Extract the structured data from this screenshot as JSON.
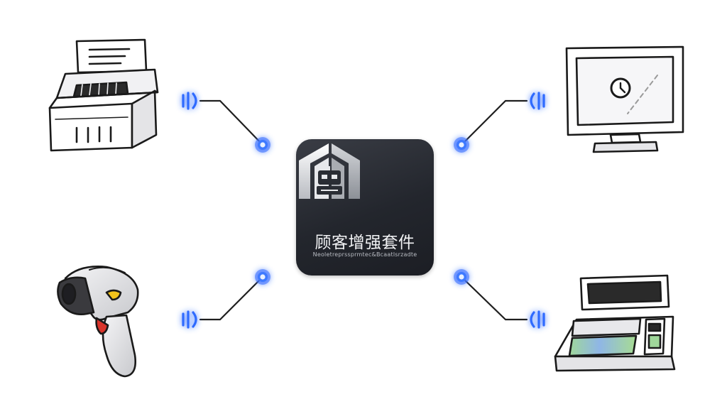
{
  "hub": {
    "title": "顾客增强套件",
    "subtitle": "Neoletreprssprmtec&Bcaatlsrzadte",
    "logo_icon": "house-robot-icon"
  },
  "devices": [
    {
      "name": "receipt-printer",
      "icon": "receipt-printer-icon",
      "position": "top-left"
    },
    {
      "name": "monitor",
      "icon": "monitor-icon",
      "position": "top-right"
    },
    {
      "name": "barcode-scanner",
      "icon": "barcode-scanner-icon",
      "position": "bottom-left"
    },
    {
      "name": "pos-terminal",
      "icon": "pos-terminal-icon",
      "position": "bottom-right"
    }
  ],
  "colors": {
    "hub_bg": "#23262d",
    "connector_glow": "#2f6bff",
    "connector_core": "#e8f0ff",
    "line": "#1f1f1f",
    "sketch": "#1a1a1a",
    "screen_green": "#9fd79a",
    "screen_blue": "#8fb6e6",
    "scanner_yellow": "#f2c21b",
    "scanner_red": "#d9342b"
  }
}
